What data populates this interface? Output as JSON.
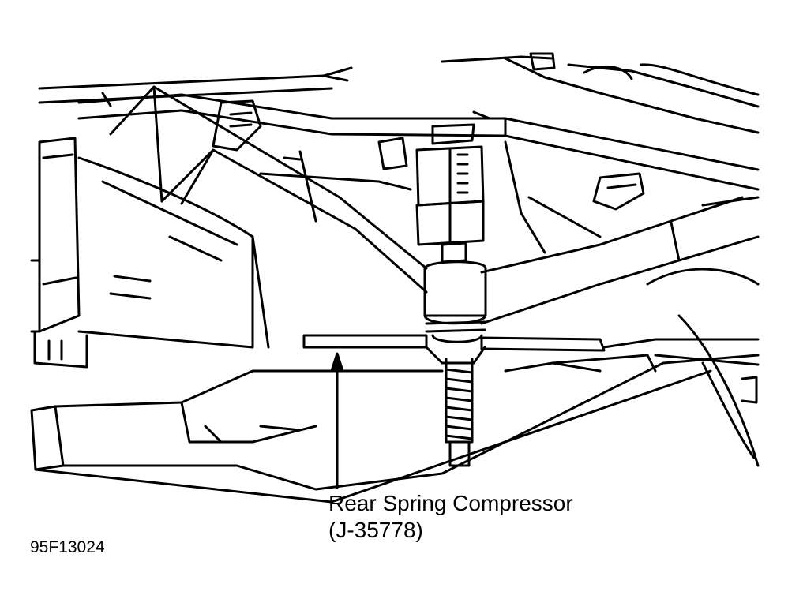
{
  "callout": {
    "line1": "Rear Spring Compressor",
    "line2": "(J-35778)"
  },
  "figure_id": "95F13024",
  "colors": {
    "ink": "#000000",
    "paper": "#ffffff"
  }
}
